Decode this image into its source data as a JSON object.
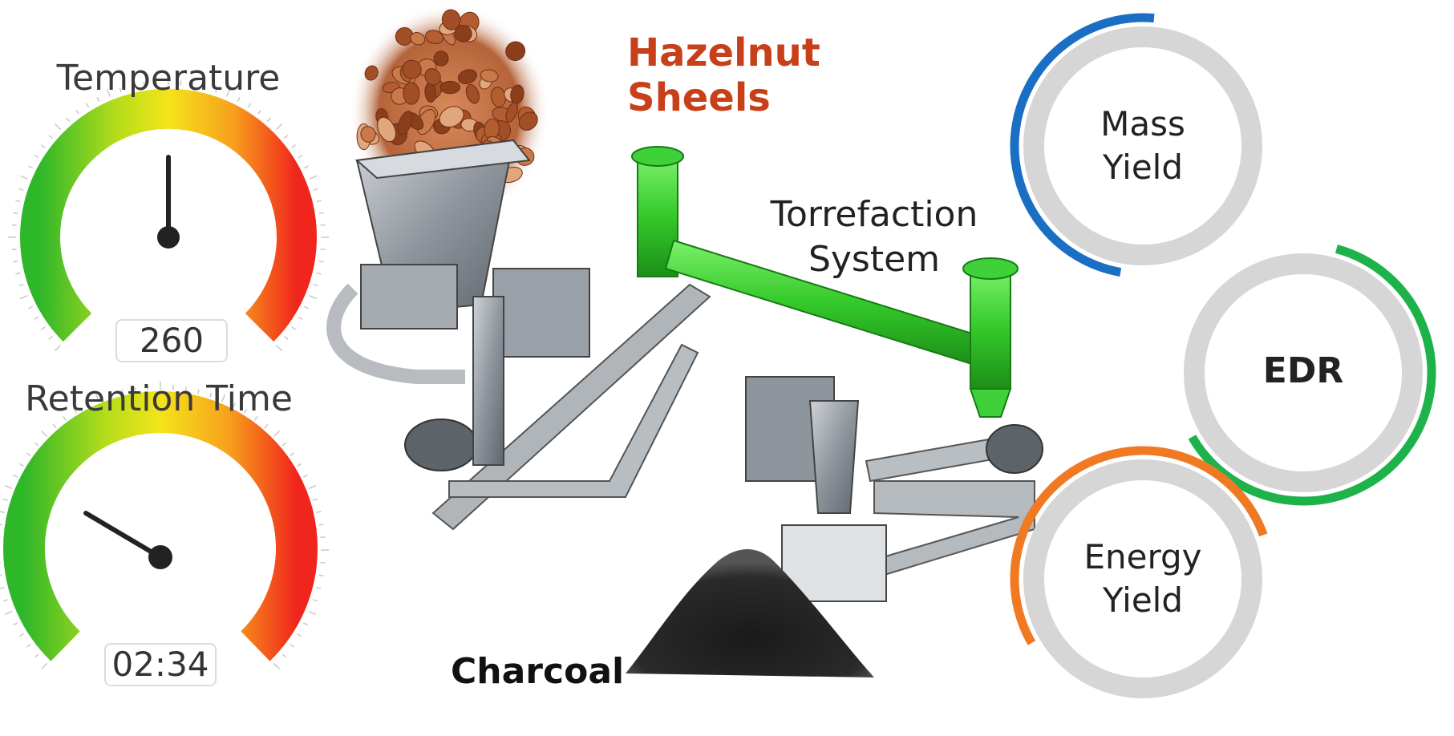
{
  "gauges": {
    "temperature": {
      "title": "Temperature",
      "readout": "260",
      "needle_fraction": 0.5
    },
    "retention": {
      "title": "Retention Time",
      "readout": "02:34",
      "needle_fraction": 0.28
    }
  },
  "labels": {
    "feedstock_line1": "Hazelnut",
    "feedstock_line2": "Sheels",
    "system_line1": "Torrefaction",
    "system_line2": "System",
    "product": "Charcoal"
  },
  "metrics": [
    {
      "line1": "Mass",
      "line2": "Yield",
      "color": "#1a6fc4"
    },
    {
      "line1": "EDR",
      "line2": "",
      "color": "#1db34a"
    },
    {
      "line1": "Energy",
      "line2": "Yield",
      "color": "#f07a24"
    }
  ],
  "colors": {
    "accent_green": "#3ed13a",
    "feedstock_text": "#c8401a"
  }
}
